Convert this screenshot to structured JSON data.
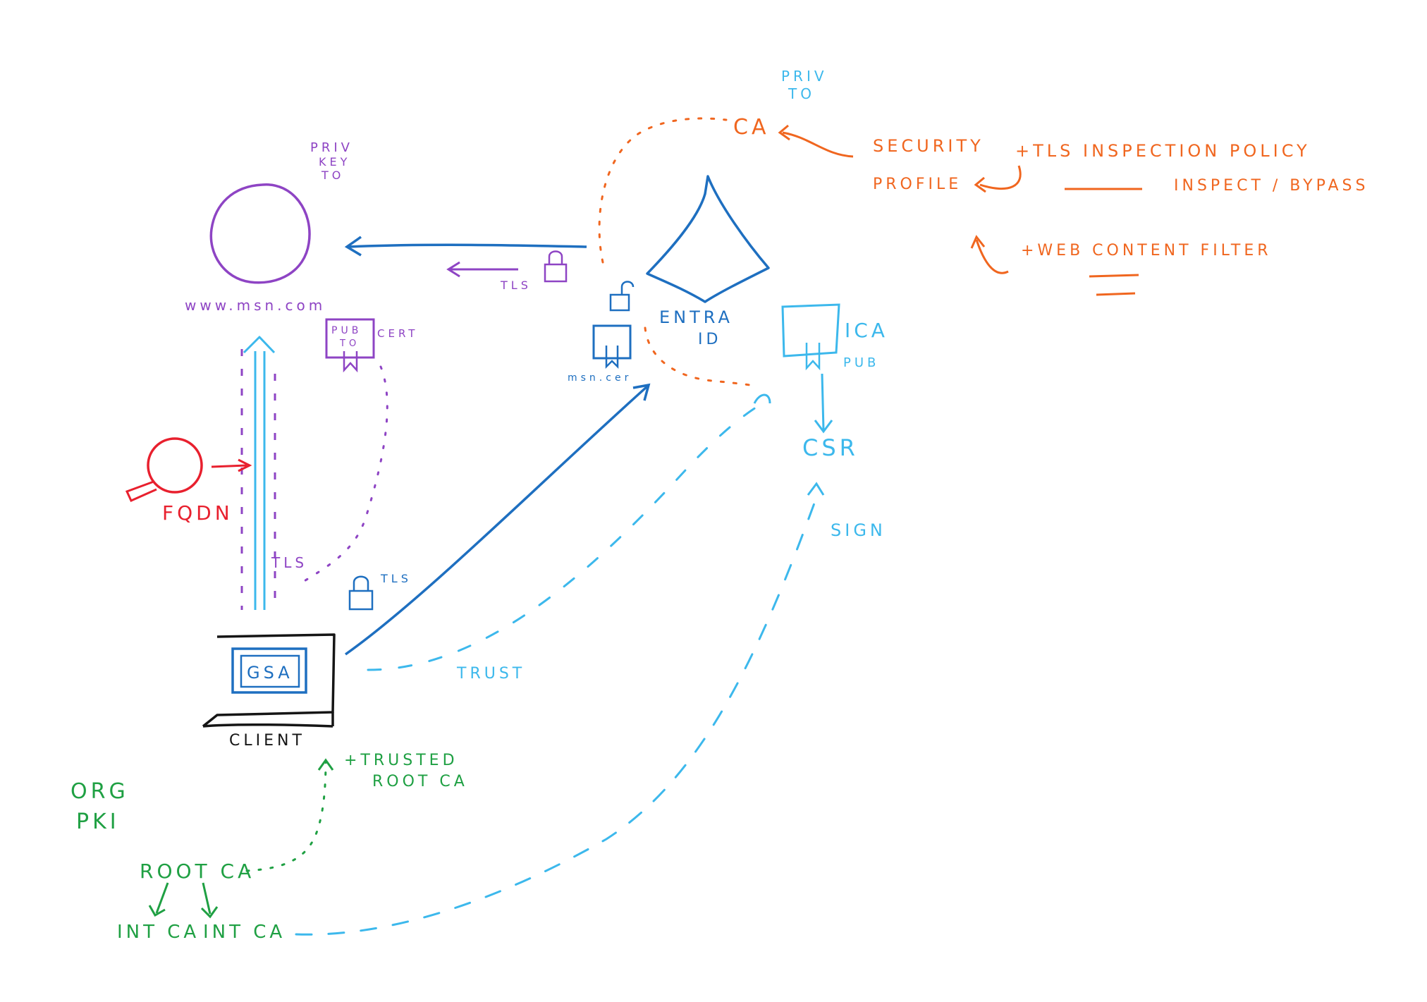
{
  "colors": {
    "purple": "#8e44c4",
    "orange": "#f0661f",
    "blue": "#1e6fc0",
    "cyan": "#3cb8ec",
    "red": "#e8202e",
    "green": "#1fa043",
    "black": "#151515"
  },
  "website": {
    "priv_key_line1": "PRIV",
    "priv_key_line2": "KEY",
    "priv_key_line3": "TO",
    "url": "www.msn.com",
    "pub_line1": "PUB",
    "pub_line2": "TO",
    "cert": "CERT"
  },
  "tls_top": "TLS",
  "tls_client_left": "TLS",
  "tls_client_right": "TLS",
  "entra": {
    "line1": "ENTRA",
    "line2": "ID",
    "cert_label": "msn.cer"
  },
  "ca": {
    "priv_line1": "PRIV",
    "priv_line2": "TO",
    "label": "CA"
  },
  "security": {
    "line1": "SECURITY",
    "line2": "PROFILE",
    "tls_policy": "+TLS INSPECTION POLICY",
    "inspect_bypass": "INSPECT / BYPASS",
    "web_filter": "+WEB CONTENT FILTER"
  },
  "ica": {
    "label": "ICA",
    "pub": "PUB",
    "csr": "CSR",
    "sign": "SIGN"
  },
  "fqdn": "FQDN",
  "client": {
    "screen_label": "GSA",
    "label": "CLIENT"
  },
  "trust": "TRUST",
  "trusted_root_line1": "+TRUSTED",
  "trusted_root_line2": "ROOT CA",
  "org_pki_line1": "ORG",
  "org_pki_line2": "PKI",
  "root_ca": "ROOT CA",
  "int_ca_1": "INT CA",
  "int_ca_2": "INT CA",
  "icons": [
    "magnifier-icon",
    "lock-icon",
    "unlocked-lock-icon",
    "certificate-icon",
    "laptop-icon"
  ]
}
